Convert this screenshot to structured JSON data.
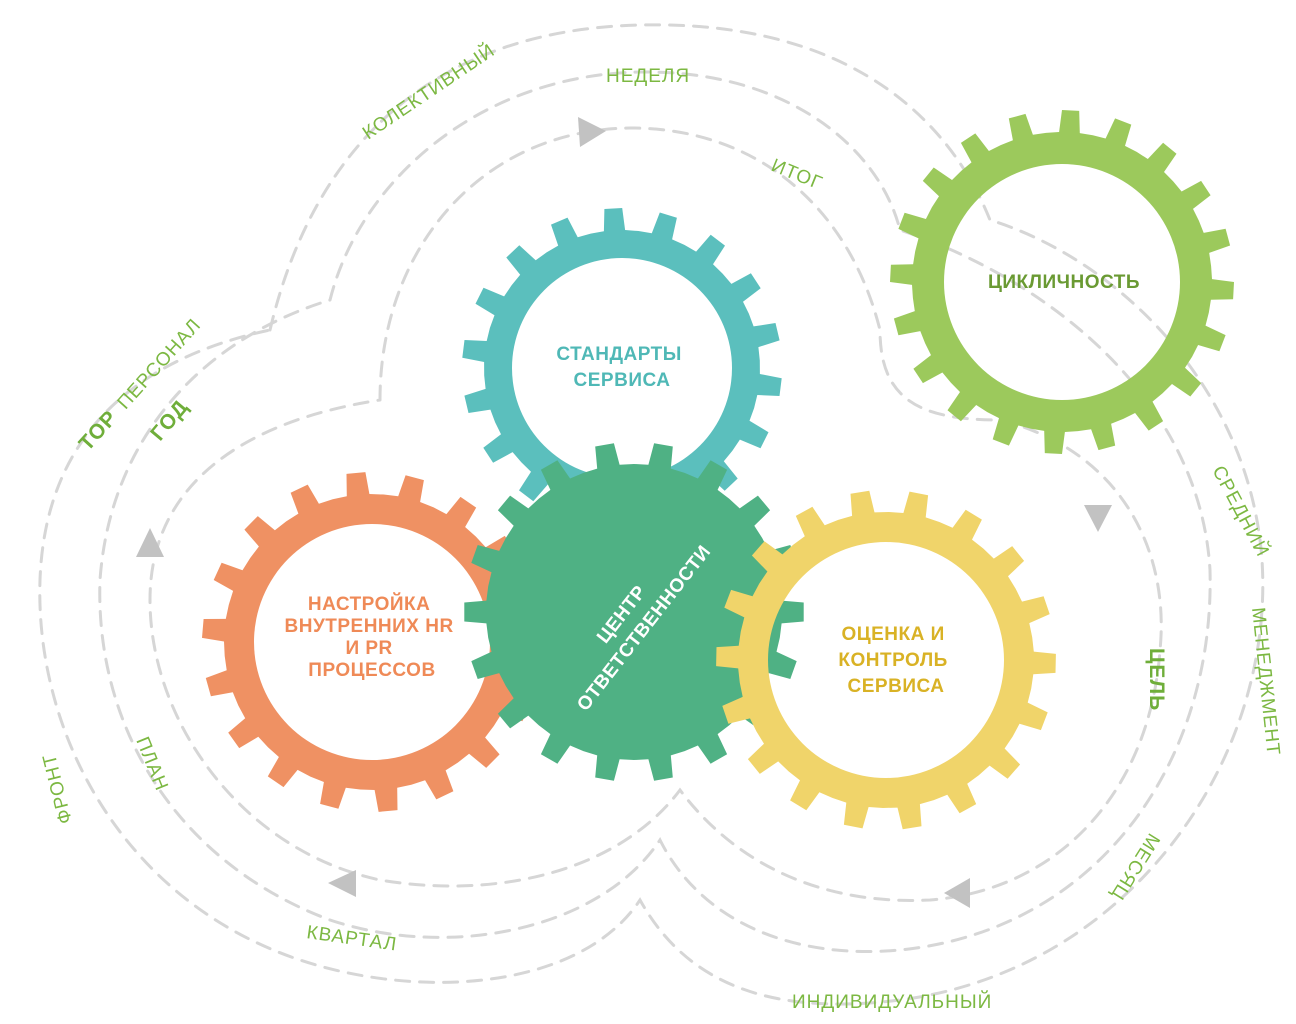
{
  "colors": {
    "cycle_gear": "#9cc95c",
    "standards_gear": "#5bbfbd",
    "center_gear": "#4fb184",
    "hr_gear": "#ef9163",
    "service_gear": "#f0d46a",
    "label_green": "#7cb842",
    "track_gray": "#d6d6d6"
  },
  "gears": {
    "cycle": {
      "lines": [
        "ЦИКЛИЧНОСТЬ"
      ],
      "text_color": "#6a9a33"
    },
    "standards": {
      "lines": [
        "СТАНДАРТЫ",
        "СЕРВИСА"
      ],
      "text_color": "#4fb8b6"
    },
    "center": {
      "lines": [
        "ЦЕНТР",
        "ОТВЕТСТВЕННОСТИ"
      ],
      "text_color": "#ffffff"
    },
    "hr": {
      "lines": [
        "НАСТРОЙКА",
        "ВНУТРЕННИХ HR",
        "И PR",
        "ПРОЦЕССОВ"
      ],
      "text_color": "#ef8a57"
    },
    "service": {
      "lines": [
        "ОЦЕНКА И",
        "КОНТРОЛЬ",
        "СЕРВИСА"
      ],
      "text_color": "#d9b225"
    }
  },
  "labels": {
    "kolektivny": "КОЛЕКТИВНЫЙ",
    "nedelya": "НЕДЕЛЯ",
    "itog": "ИТОГ",
    "top_prefix": "ТОР",
    "personal": "ПЕРСОНАЛ",
    "god": "ГОД",
    "sredny": "СРЕДНИЙ",
    "menedzhment": "МЕНЕДЖМЕНТ",
    "cel": "ЦЕЛЬ",
    "front": "ФРОНТ",
    "plan": "ПЛАН",
    "kvartal": "КВАРТАЛ",
    "mesyats": "МЕСЯЦ",
    "individualny": "ИНДИВИДУАЛЬНЫЙ"
  }
}
